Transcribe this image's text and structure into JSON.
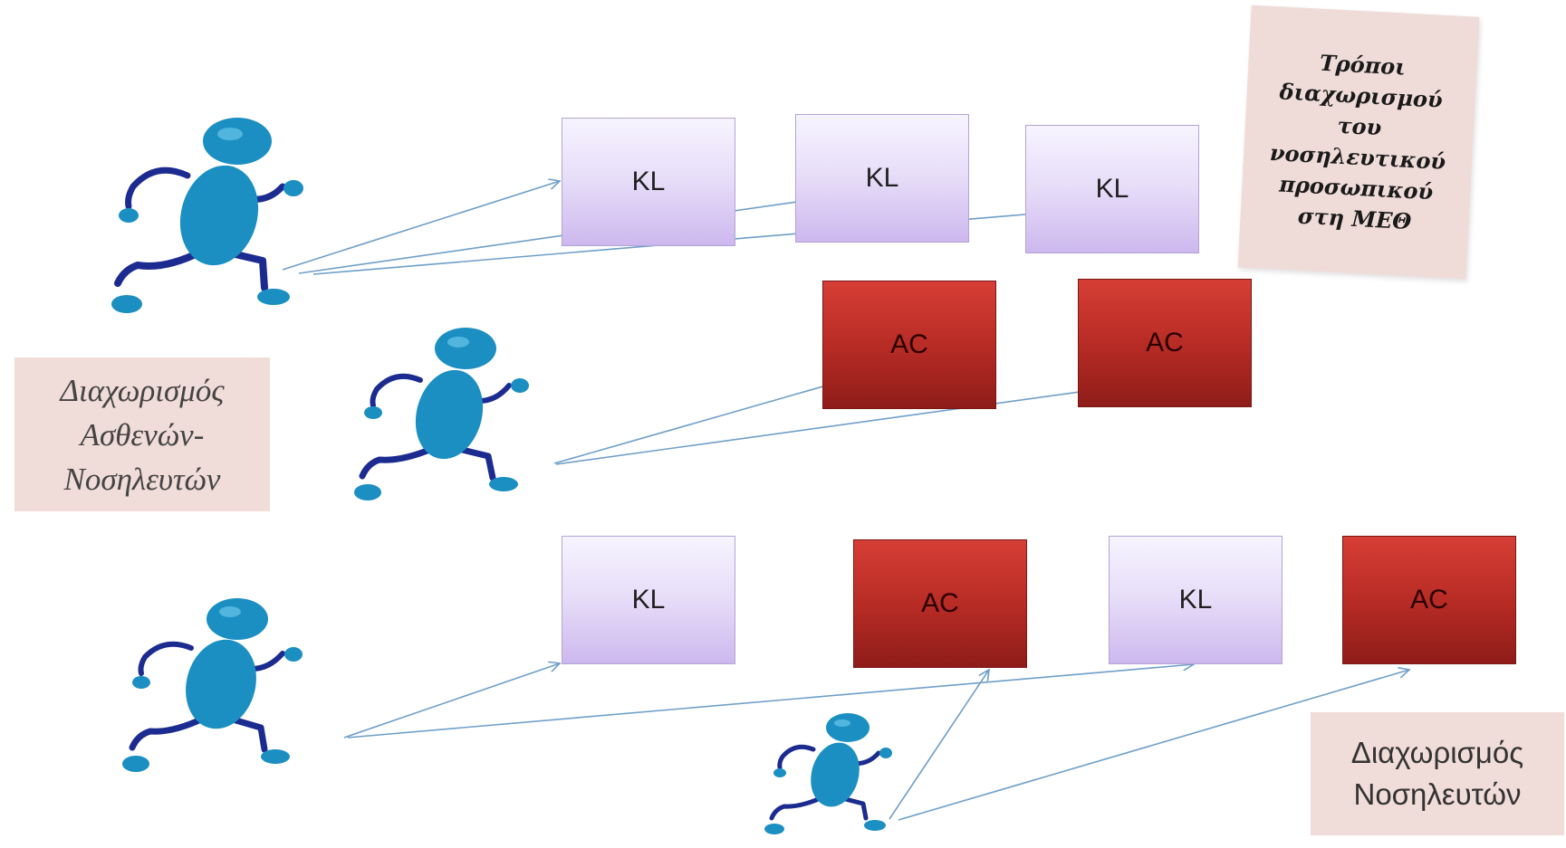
{
  "title_note": {
    "text": "Τρόποι\nδιαχωρισμού\nτου\nνοσηλευτικού\nπροσωπικού\nστη ΜΕΘ"
  },
  "left_note": {
    "text": "Διαχωρισμός\nΑσθενών-\nΝοσηλευτών"
  },
  "right_note": {
    "text": "Διαχωρισμός\nΝοσηλευτών"
  },
  "rows": [
    {
      "boxes": [
        "KL",
        "KL",
        "KL"
      ]
    },
    {
      "boxes": [
        "AC",
        "AC"
      ]
    },
    {
      "boxes": [
        "KL",
        "AC",
        "KL",
        "AC"
      ]
    }
  ],
  "colors": {
    "kl_fill": "#e6dcf8",
    "ac_fill": "#b52a24",
    "arrow": "#6f9fc8",
    "figure_body": "#1b8fc2",
    "figure_limbs": "#1c2b8f",
    "note_fill": "#f0dcd8"
  },
  "figures": [
    {
      "name": "runner-row1"
    },
    {
      "name": "runner-row2"
    },
    {
      "name": "runner-row3"
    },
    {
      "name": "runner-row3-small"
    }
  ]
}
